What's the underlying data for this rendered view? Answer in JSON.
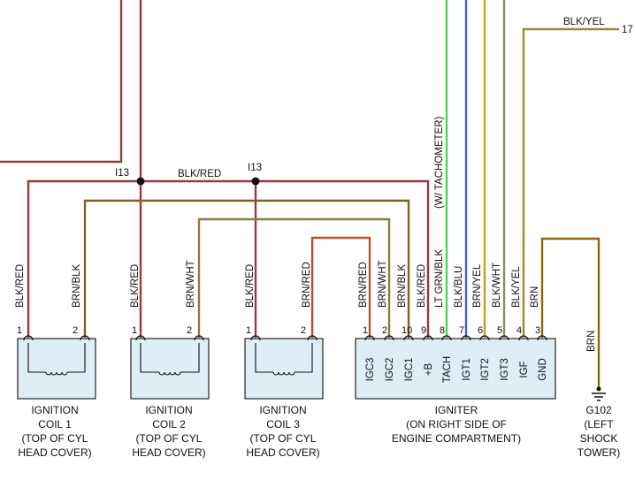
{
  "top_wire": {
    "label": "BLK/YEL",
    "ref": "17"
  },
  "splices": {
    "left_label": "I13",
    "right_label": "I13",
    "wire_label": "BLK/RED"
  },
  "coil1": {
    "pin1": "1",
    "pin2": "2",
    "wire1": "BLK/RED",
    "wire2": "BRN/BLK",
    "caption": [
      "IGNITION",
      "COIL 1",
      "(TOP OF CYL",
      "HEAD COVER)"
    ]
  },
  "coil2": {
    "pin1": "1",
    "pin2": "2",
    "wire1": "BLK/RED",
    "wire2": "BRN/WHT",
    "caption": [
      "IGNITION",
      "COIL 2",
      "(TOP OF CYL",
      "HEAD COVER)"
    ]
  },
  "coil3": {
    "pin1": "1",
    "pin2": "2",
    "wire1": "BLK/RED",
    "wire2": "BRN/RED",
    "caption": [
      "IGNITION",
      "COIL 3",
      "(TOP OF CYL",
      "HEAD COVER)"
    ]
  },
  "igniter": {
    "tach_note": "(W/ TACHOMETER)",
    "pins": [
      {
        "num": "1",
        "term": "IGC3",
        "wire": "BRN/RED"
      },
      {
        "num": "2",
        "term": "IGC2",
        "wire": "BRN/WHT"
      },
      {
        "num": "10",
        "term": "IGC1",
        "wire": "BRN/BLK"
      },
      {
        "num": "9",
        "term": "+B",
        "wire": "BLK/RED"
      },
      {
        "num": "8",
        "term": "TACH",
        "wire": "LT GRN/BLK"
      },
      {
        "num": "7",
        "term": "IGT1",
        "wire": "BLK/BLU"
      },
      {
        "num": "6",
        "term": "IGT2",
        "wire": "BRN/YEL"
      },
      {
        "num": "5",
        "term": "IGT3",
        "wire": "BLK/WHT"
      },
      {
        "num": "4",
        "term": "IGF",
        "wire": "BLK/YEL"
      },
      {
        "num": "3",
        "term": "GND",
        "wire": "BRN"
      }
    ],
    "caption": [
      "IGNITER",
      "(ON RIGHT SIDE OF",
      "ENGINE COMPARTMENT)"
    ]
  },
  "ground": {
    "wire": "BRN",
    "caption": [
      "G102",
      "(LEFT",
      "SHOCK",
      "TOWER)"
    ]
  },
  "colors": {
    "blk_red": "#9a3a3e",
    "brn_blk": "#7a6326",
    "brn_wht": "#8a7a45",
    "brn_red": "#c0502a",
    "lt_grn": "#4fd54f",
    "blk_blu": "#4f5fa8",
    "brn_yel": "#c8a020",
    "blk_wht": "#8a8a78",
    "blk_yel": "#9a8a30",
    "brn": "#8b6914",
    "box_fill": "#dfeef5"
  }
}
